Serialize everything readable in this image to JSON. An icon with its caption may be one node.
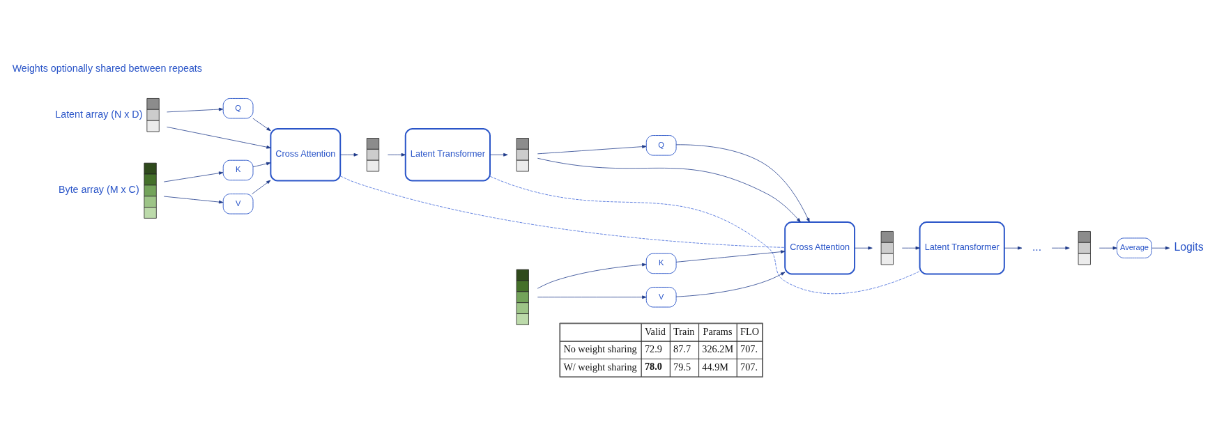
{
  "diagram": {
    "nodes": [
      {
        "text": [],
        "shape": "box",
        "beside": [
          "Latent array (N x D)"
        ]
      },
      {
        "text": [
          "Q"
        ]
      },
      {
        "text": [
          "Cross Attention"
        ]
      },
      {
        "text": [
          "K"
        ]
      },
      {
        "text": [
          "V"
        ]
      },
      {
        "text": [],
        "shape": "box",
        "beside": [
          "Byte array (M x C)"
        ]
      },
      {
        "text": [],
        "shape": "box"
      },
      {
        "text": [
          "Latent Transformer"
        ]
      },
      {
        "text": [],
        "shape": "box"
      },
      {
        "text": [
          "Q"
        ]
      },
      {
        "text": [
          "Cross Attention"
        ]
      },
      {
        "text": [
          "K"
        ]
      },
      {
        "text": [
          "V"
        ]
      },
      {
        "text": [],
        "shape": "box"
      },
      {
        "text": [],
        "shape": "box"
      },
      {
        "text": [
          "Latent Transformer"
        ]
      },
      {
        "text": [
          "..."
        ]
      },
      {
        "text": [],
        "shape": "box"
      },
      {
        "text": [
          "Average"
        ]
      },
      {
        "text": [
          "Logits"
        ]
      }
    ],
    "edges": [
      {
        "from": 0,
        "to": 2,
        "arrow": "to"
      },
      {
        "from": 0,
        "to": 1,
        "arrow": "to"
      },
      {
        "from": 1,
        "to": 2,
        "arrow": "to"
      },
      {
        "from": 5,
        "to": 3,
        "arrow": "to"
      },
      {
        "from": 5,
        "to": 4,
        "arrow": "to"
      },
      {
        "from": 3,
        "to": 2,
        "arrow": "to"
      },
      {
        "from": 4,
        "to": 2,
        "arrow": "to"
      },
      {
        "from": 2,
        "to": 6,
        "arrow": "to"
      },
      {
        "from": 6,
        "to": 7,
        "arrow": "to"
      },
      {
        "from": 7,
        "to": 8,
        "arrow": "to"
      },
      {
        "from": 8,
        "to": 10,
        "arrow": "to"
      },
      {
        "from": 8,
        "to": 9,
        "arrow": "to"
      },
      {
        "from": 9,
        "to": 10,
        "arrow": "to"
      },
      {
        "from": 13,
        "to": 11,
        "arrow": "to"
      },
      {
        "from": 13,
        "to": 12,
        "arrow": "to"
      },
      {
        "from": 11,
        "to": 10,
        "arrow": "to"
      },
      {
        "from": 12,
        "to": 10,
        "arrow": "to"
      },
      {
        "from": 10,
        "to": 14,
        "arrow": "to"
      },
      {
        "from": 14,
        "to": 15,
        "arrow": "to"
      },
      {
        "from": 15,
        "to": 16,
        "arrow": "to"
      },
      {
        "from": 16,
        "to": 17,
        "arrow": "to"
      },
      {
        "from": 17,
        "to": 18,
        "arrow": "to"
      },
      {
        "from": 18,
        "to": 19,
        "arrow": "to"
      },
      {
        "from": 2,
        "to": 10,
        "arrow": "none",
        "style": "dashed",
        "color": "#3b63d8"
      },
      {
        "from": 7,
        "to": 15,
        "arrow": "none",
        "style": "dashed",
        "color": "#3b63d8"
      }
    ],
    "labels": [
      "Weights optionally shared between repeats",
      "Valid",
      "Train",
      "Params",
      "FLO",
      "No weight sharing",
      "72.9",
      "87.7",
      "326.2M",
      "707.",
      "W/ weight sharing",
      "78.0",
      "79.5",
      "44.9M",
      "707."
    ]
  }
}
